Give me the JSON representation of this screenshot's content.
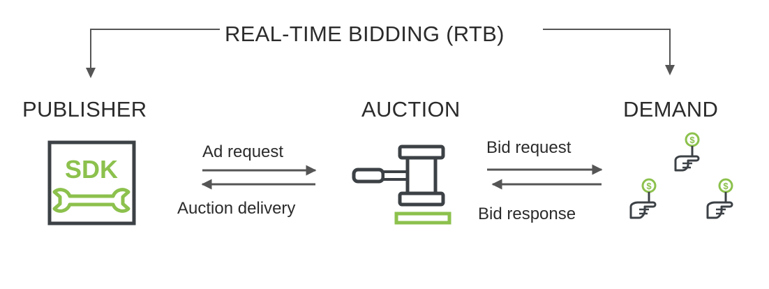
{
  "diagram": {
    "title": "REAL-TIME BIDDING (RTB)",
    "nodes": {
      "publisher": {
        "label": "PUBLISHER",
        "icon": "sdk-wrench-icon",
        "icon_text": "SDK"
      },
      "auction": {
        "label": "AUCTION",
        "icon": "gavel-icon"
      },
      "demand": {
        "label": "DEMAND",
        "icon": "hand-holding-dollar-sign-icon",
        "icon_text": "$"
      }
    },
    "flows": {
      "ad_request": "Ad request",
      "auction_delivery": "Auction delivery",
      "bid_request": "Bid request",
      "bid_response": "Bid response"
    },
    "colors": {
      "text": "#2b2b2b",
      "icon_dark": "#3c4146",
      "accent_green": "#8cc14d",
      "arrow_gray": "#555555"
    }
  }
}
